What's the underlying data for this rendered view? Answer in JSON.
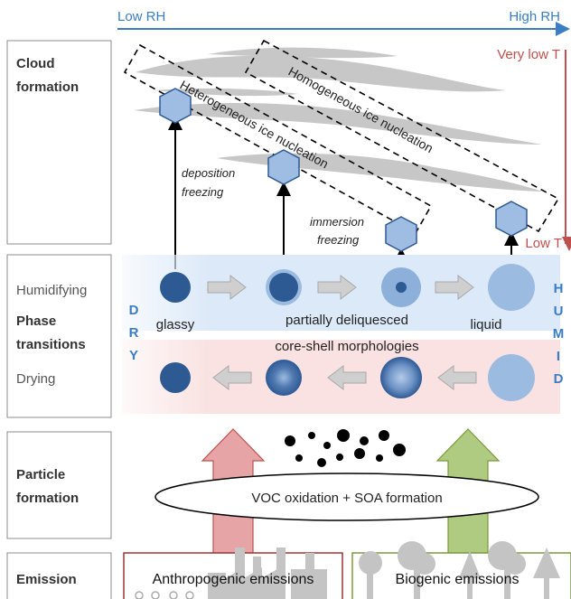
{
  "axis": {
    "low_rh": "Low RH",
    "high_rh": "High RH",
    "very_low_t": "Very low T",
    "low_t": "Low T"
  },
  "rows": {
    "cloud": {
      "line1": "Cloud",
      "line2": "formation"
    },
    "phase": {
      "humidifying": "Humidifying",
      "line1": "Phase",
      "line2": "transitions",
      "drying": "Drying"
    },
    "particle": {
      "line1": "Particle",
      "line2": "formation"
    },
    "emission": {
      "label": "Emission"
    }
  },
  "nucleation": {
    "heterogeneous": "Heterogeneous ice nucleation",
    "homogeneous": "Homogeneous ice nucleation",
    "deposition_1": "deposition",
    "deposition_2": "freezing",
    "immersion_1": "immersion",
    "immersion_2": "freezing"
  },
  "states": {
    "glassy": "glassy",
    "partially_deliquesced": "partially deliquesced",
    "liquid": "liquid",
    "core_shell": "core-shell morphologies"
  },
  "side_letters": {
    "dry": [
      "D",
      "R",
      "Y"
    ],
    "humid": [
      "H",
      "U",
      "M",
      "I",
      "D"
    ]
  },
  "particle_formation": {
    "ellipse": "VOC oxidation + SOA formation"
  },
  "emissions": {
    "anthropogenic": "Anthropogenic emissions",
    "biogenic": "Biogenic emissions"
  },
  "colors": {
    "axis_blue": "#3a7dc4",
    "red": "#c0504d",
    "humid_band": "#dce9f8",
    "dry_band": "#f9e2e1",
    "particle_dark": "#2e5a94",
    "particle_light": "#9cbbe0",
    "ice": "#9fbde3",
    "arrow_grey": "#cfcfcf",
    "red_arrow": "#e6a4a7",
    "green_arrow": "#aecb81",
    "anthro_box": "#9b3531",
    "bio_box": "#7a9a3a"
  }
}
